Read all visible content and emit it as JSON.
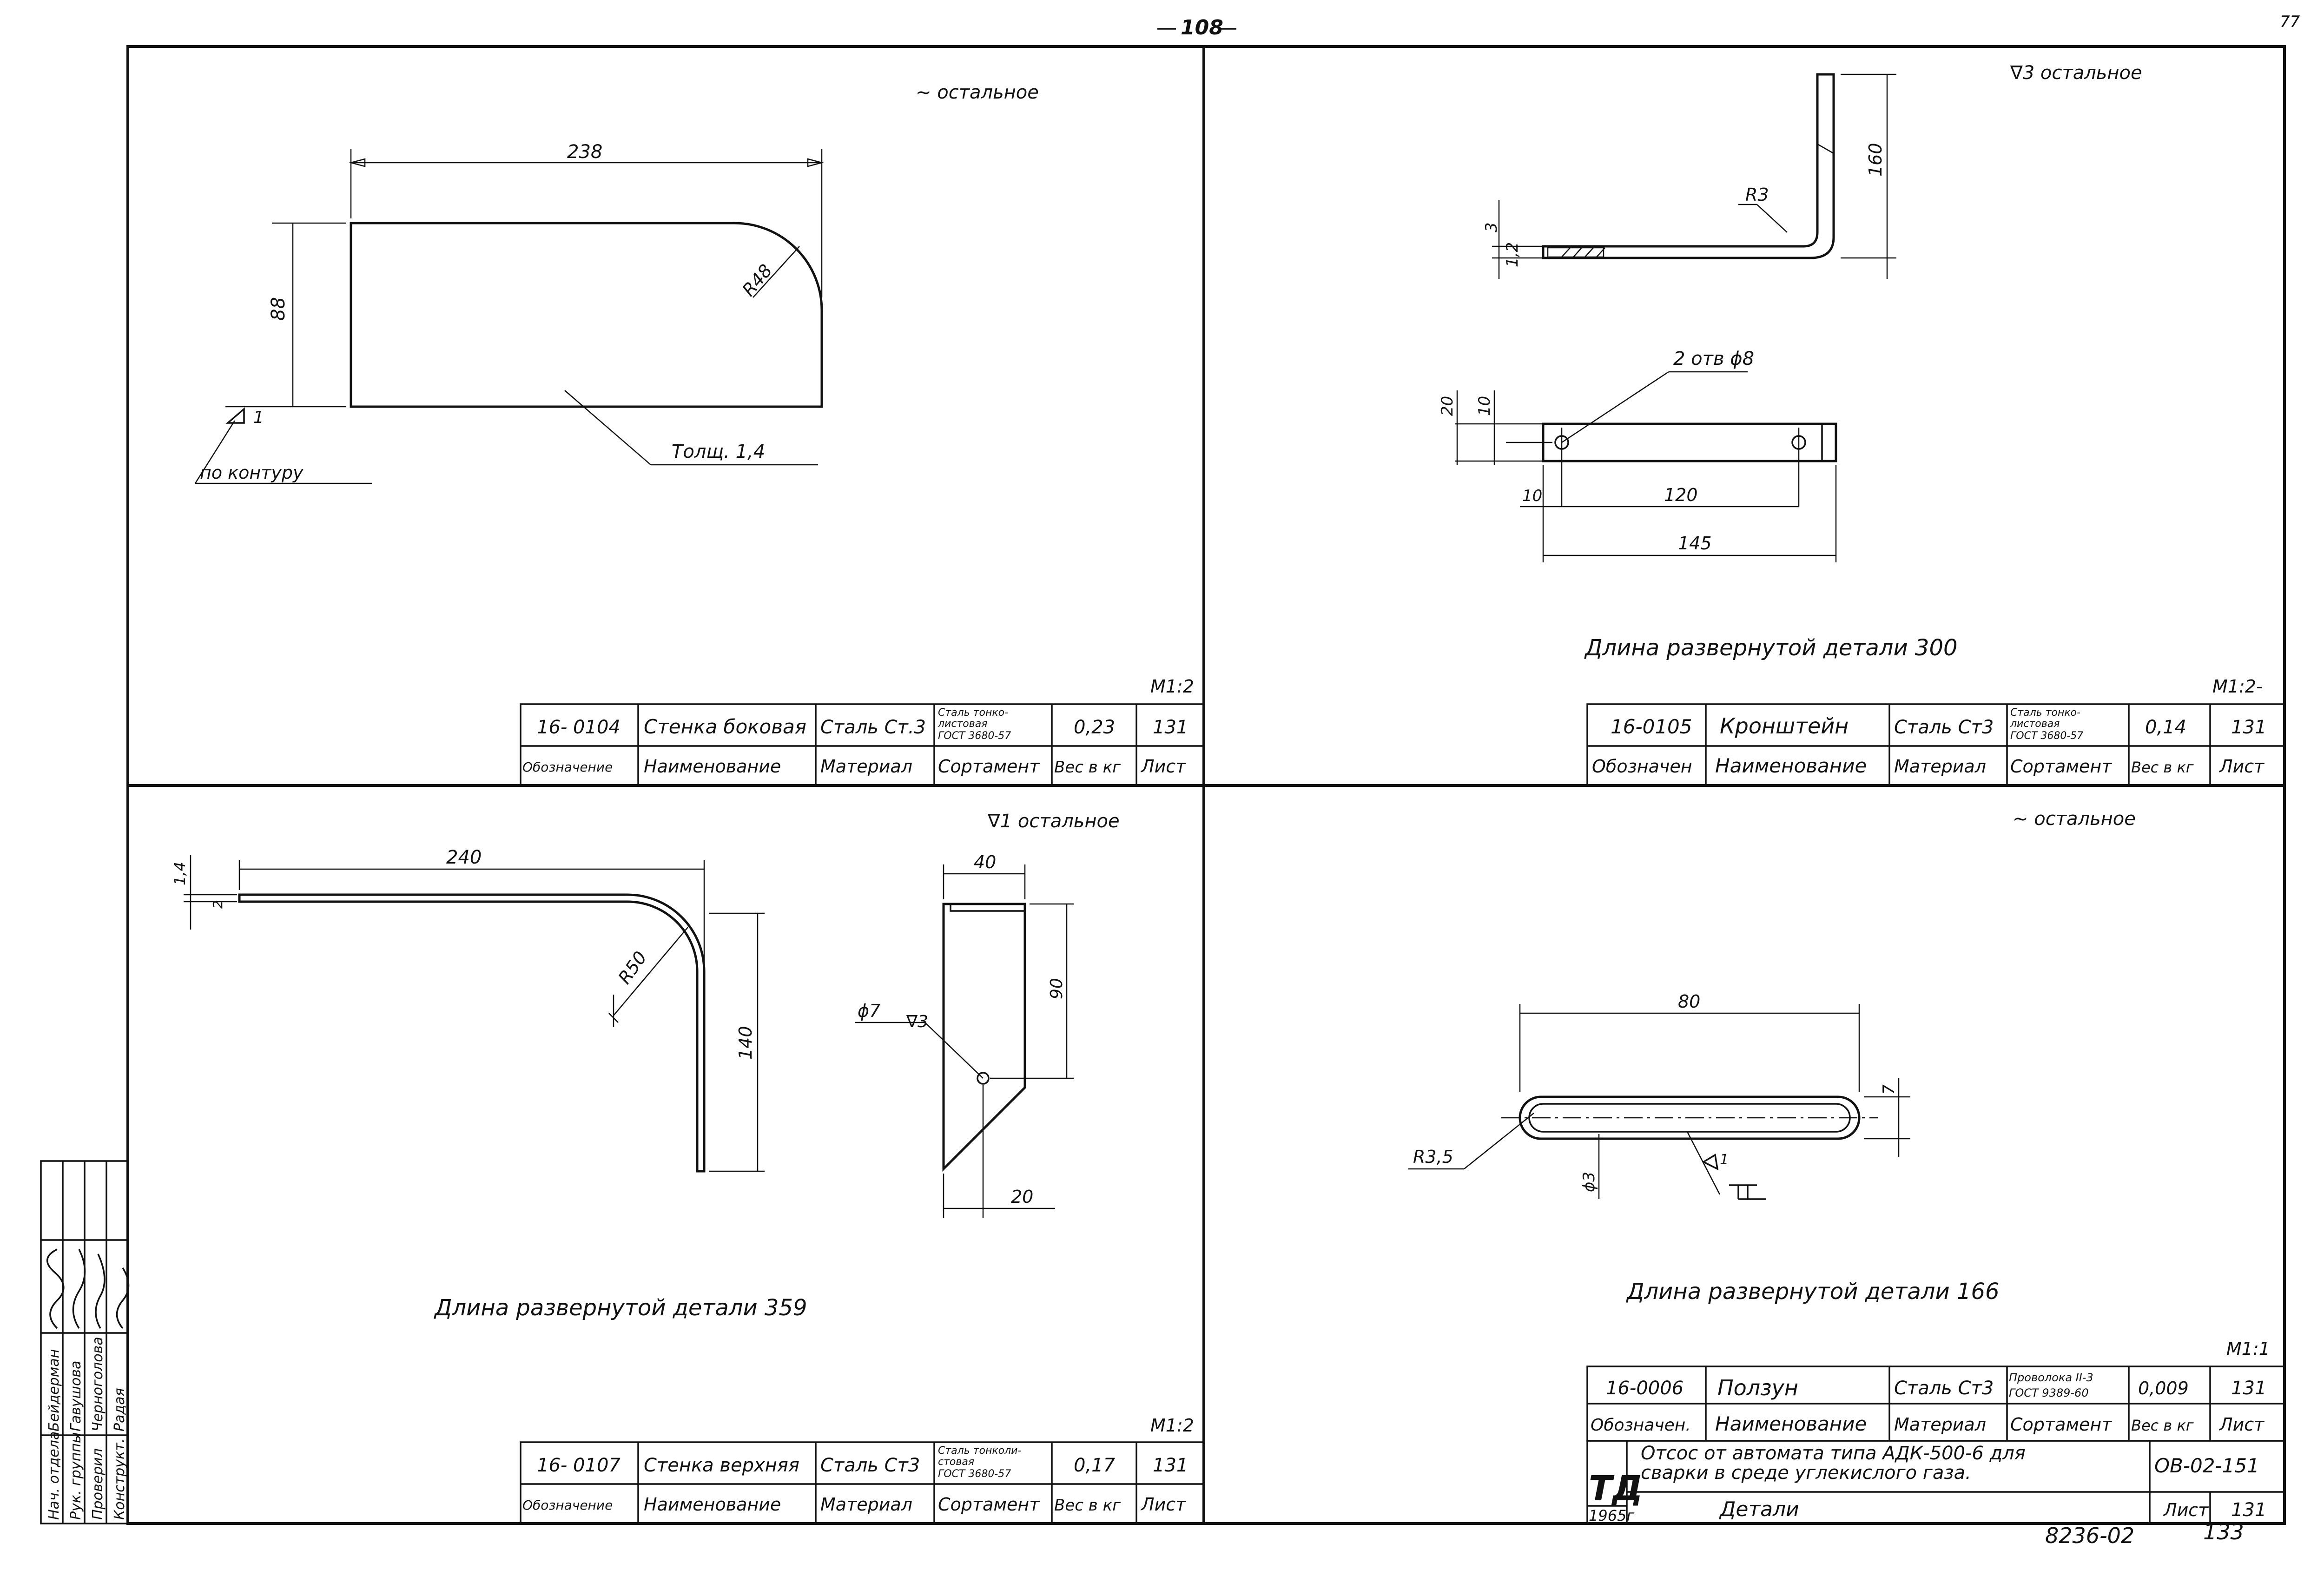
{
  "header": {
    "page_top": "108",
    "corner": "77"
  },
  "drawings": {
    "d0104": {
      "finish": "~ остальное",
      "dim_length": "238",
      "dim_height": "88",
      "dim_radius": "R48",
      "thickness": "Толщ. 1,4",
      "weld_symbol": "1",
      "weld_note": "по контуру",
      "scale": "М1:2",
      "table": {
        "designation": "16- 0104",
        "name": "Стенка боковая",
        "material": "Сталь Ст.3",
        "assortment_1": "Сталь тонко-",
        "assortment_2": "листовая",
        "assortment_3": "ГОСТ 3680-57",
        "weight": "0,23",
        "sheet": "131"
      }
    },
    "d0105": {
      "finish": "∇3 остальное",
      "dim_height": "160",
      "dim_radius": "R3",
      "dim_thick_a": "3",
      "dim_thick_b": "1,2",
      "holes": "2 отв ϕ8",
      "dim_20": "20",
      "dim_10": "10",
      "dim_10b": "10",
      "dim_120": "120",
      "dim_145": "145",
      "unfolded": "Длина развернутой детали 300",
      "scale": "М1:2-",
      "table": {
        "designation": "16-0105",
        "name": "Кронштейн",
        "material": "Сталь Ст3",
        "assortment_1": "Сталь тонко-",
        "assortment_2": "листовая",
        "assortment_3": "ГОСТ 3680-57",
        "weight": "0,14",
        "sheet": "131"
      }
    },
    "d0107": {
      "finish": "∇1 остальное",
      "dim_length": "240",
      "dim_thick_a": "1,4",
      "dim_thick_b": "2",
      "dim_radius": "R50",
      "dim_height": "140",
      "dim_40": "40",
      "dim_90": "90",
      "hole": "ϕ7",
      "hole_finish": "∇3",
      "dim_20": "20",
      "unfolded": "Длина развернутой детали 359",
      "scale": "М1:2",
      "table": {
        "designation": "16- 0107",
        "name": "Стенка верхняя",
        "material": "Сталь Ст3",
        "assortment_1": "Сталь тонколи-",
        "assortment_2": "стовая",
        "assortment_3": "ГОСТ 3680-57",
        "weight": "0,17",
        "sheet": "131"
      }
    },
    "d0006": {
      "finish": "~ остальное",
      "dim_length": "80",
      "dim_height": "7",
      "dim_radius": "R3,5",
      "dim_dia": "ϕ3",
      "weld_symbol": "1",
      "unfolded": "Длина развернутой детали 166",
      "scale": "М1:1",
      "table": {
        "designation": "16-0006",
        "name": "Ползун",
        "material": "Сталь Ст3",
        "assortment_1": "Проволока II-3",
        "assortment_2": "ГОСТ 9389-60",
        "weight": "0,009",
        "sheet": "131"
      }
    }
  },
  "table_headers": {
    "designation": "Обозначение",
    "designation_short": "Обозначен",
    "designation_short2": "Обозначен.",
    "name": "Наименование",
    "material": "Материал",
    "assortment": "Сортамент",
    "weight": "Вес в кг",
    "sheet": "Лист"
  },
  "title_block": {
    "logo": "ТД",
    "year": "1965г",
    "title_line1": "Отсос от автомата типа АДК-500-6 для",
    "title_line2": "сварки в среде углекислого газа.",
    "code": "ОВ-02-151",
    "sheet_name": "Детали",
    "sheet_label": "Лист",
    "sheet_value": "131"
  },
  "stamp": {
    "roles": [
      "Нач. отдела",
      "Рук. группы",
      "Проверил",
      "Конструкт."
    ],
    "names": [
      "Бейдерман",
      "Гавушова",
      "Черноголова",
      "Радая"
    ]
  },
  "footer": {
    "number": "8236-02",
    "page": "133"
  }
}
